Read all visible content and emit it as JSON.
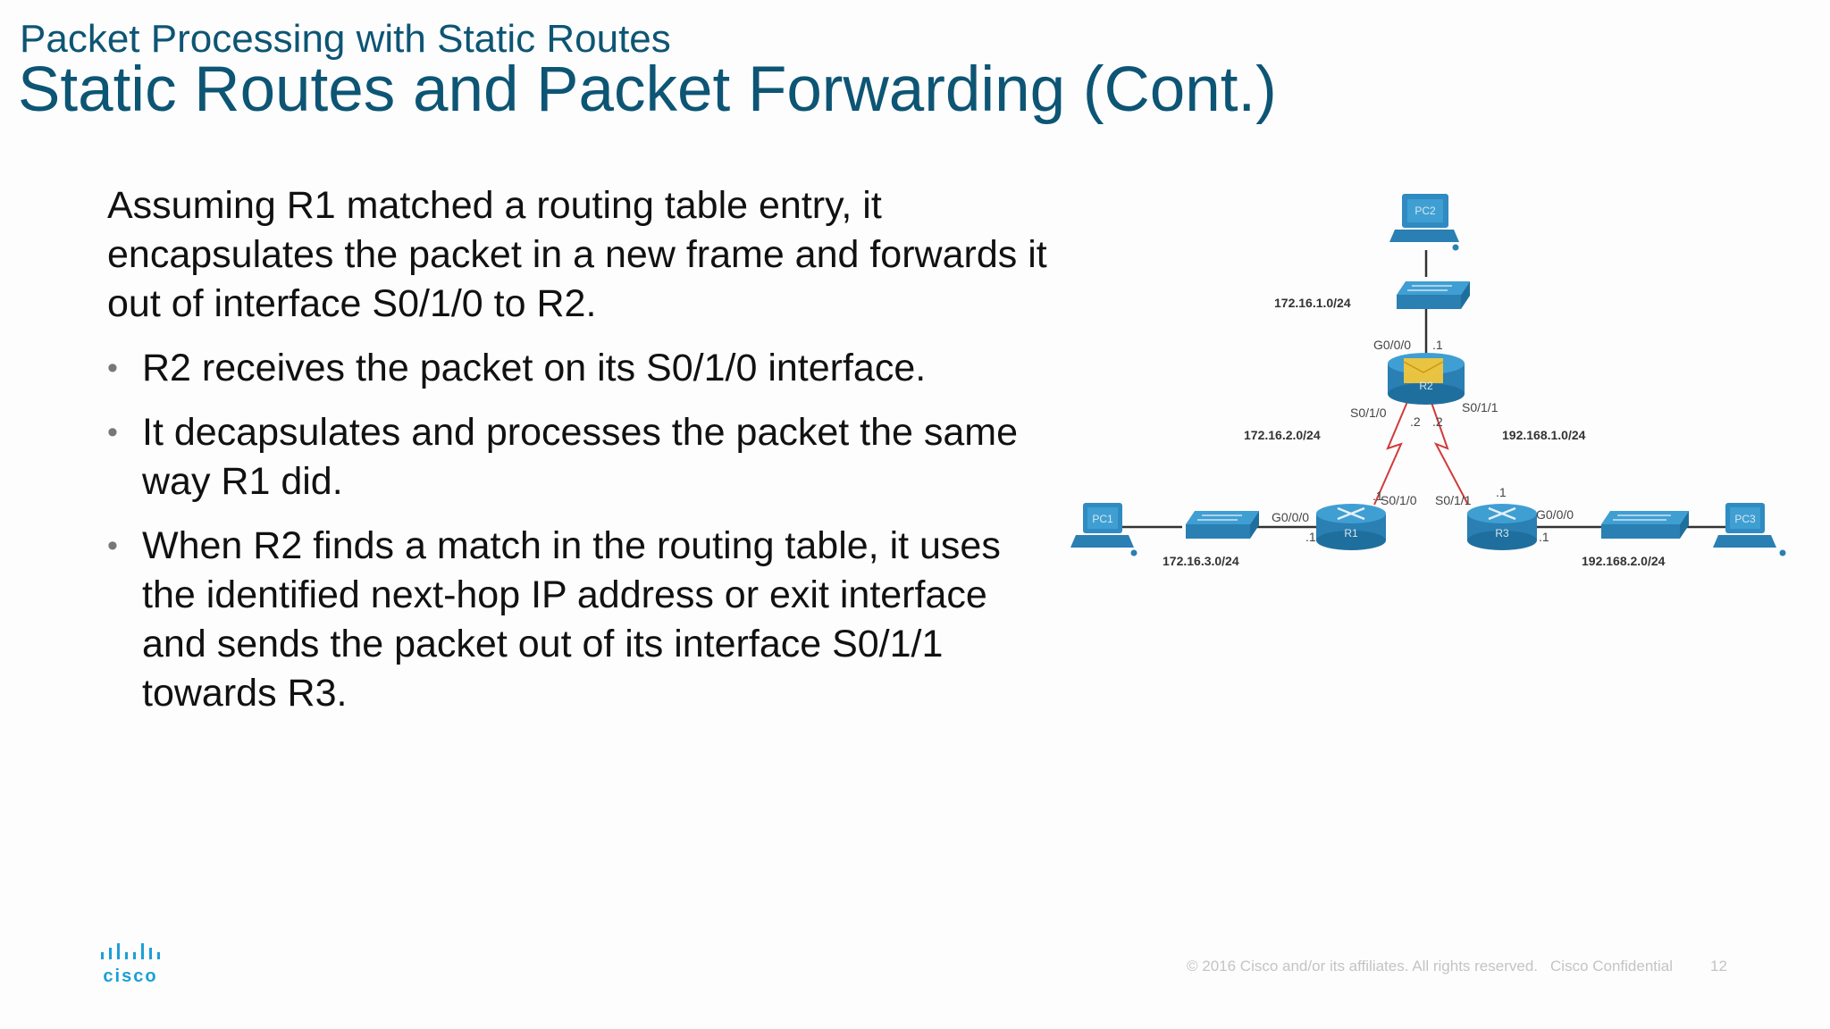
{
  "header": {
    "subtitle": "Packet Processing with Static Routes",
    "title": "Static Routes and Packet Forwarding (Cont.)"
  },
  "content": {
    "intro": "Assuming R1 matched a routing table entry, it encapsulates the packet in a new frame and forwards it out of interface S0/1/0 to R2.",
    "bullets": [
      "R2 receives the packet on its S0/1/0 interface.",
      "It decapsulates and processes the packet the same way R1 did.",
      "When R2 finds a match in the routing table, it uses the identified next-hop IP address or exit interface and sends the packet out of its interface S0/1/1 towards R3."
    ]
  },
  "diagram": {
    "devices": {
      "pc1": "PC1",
      "pc2": "PC2",
      "pc3": "PC3",
      "r1": "R1",
      "r2": "R2",
      "r3": "R3"
    },
    "networks": {
      "pc2_lan": "172.16.1.0/24",
      "r1_r2": "172.16.2.0/24",
      "r2_r3": "192.168.1.0/24",
      "pc1_lan": "172.16.3.0/24",
      "pc3_lan": "192.168.2.0/24"
    },
    "interfaces": {
      "r2_g000": "G0/0/0",
      "r2_g000_host": ".1",
      "r2_s010": "S0/1/0",
      "r2_s010_host": ".2",
      "r2_s011": "S0/1/1",
      "r2_s011_host": ".2",
      "r1_s010": "S0/1/0",
      "r1_s010_host": ".1",
      "r1_g000": "G0/0/0",
      "r1_g000_host": ".1",
      "r3_s011": "S0/1/1",
      "r3_s011_host": ".1",
      "r3_g000": "G0/0/0",
      "r3_g000_host": ".1"
    },
    "colors": {
      "device_blue": "#2f8bc1",
      "serial_link": "#d23a3a",
      "highlight": "#f2c63a"
    }
  },
  "footer": {
    "brand": "cisco",
    "copyright": "© 2016  Cisco and/or its affiliates. All rights reserved.",
    "confidential": "Cisco Confidential",
    "page_number": "12"
  }
}
